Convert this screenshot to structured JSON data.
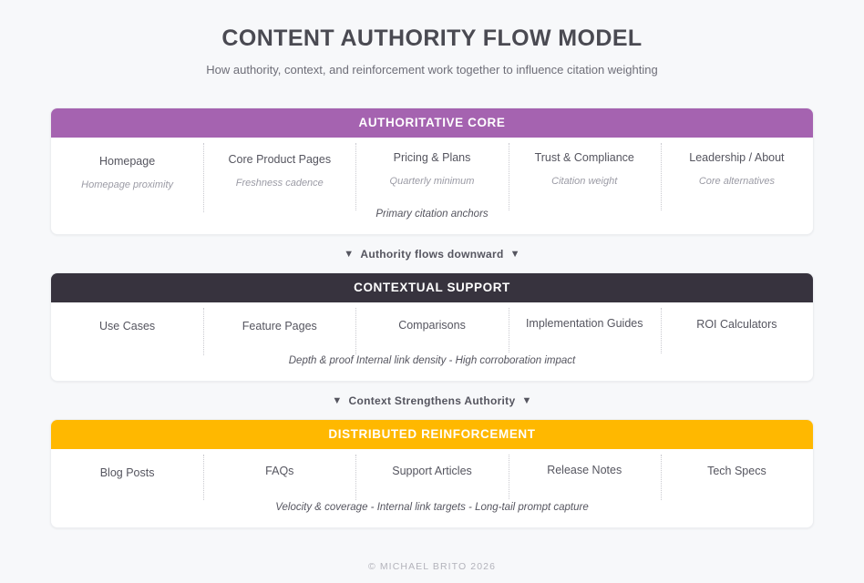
{
  "header": {
    "title": "CONTENT AUTHORITY FLOW MODEL",
    "subtitle": "How authority, context, and reinforcement work together to influence citation weighting"
  },
  "colors": {
    "page_background": "#F7F8FA",
    "tier_authoritative": "#A563B0",
    "tier_contextual": "#37333E",
    "tier_reinforcement": "#FFB800",
    "card_background": "#FFFFFF",
    "divider": "#C9C9CF",
    "title_text": "#4A4A52",
    "subtitle_text": "#6E6E78",
    "muted_text": "#9B9BA5"
  },
  "tiers": [
    {
      "id": "authoritative-core",
      "title": "AUTHORITATIVE CORE",
      "accent": "#A563B0",
      "items": [
        {
          "label": "Homepage",
          "sub": "Homepage proximity"
        },
        {
          "label": "Core Product Pages",
          "sub": "Freshness cadence"
        },
        {
          "label": "Pricing & Plans",
          "sub": "Quarterly minimum"
        },
        {
          "label": "Trust & Compliance",
          "sub": "Citation weight"
        },
        {
          "label": "Leadership / About",
          "sub": "Core alternatives"
        }
      ],
      "footnote": "Primary citation anchors"
    },
    {
      "id": "contextual-support",
      "title": "CONTEXTUAL SUPPORT",
      "accent": "#37333E",
      "items": [
        {
          "label": "Use Cases",
          "sub": ""
        },
        {
          "label": "Feature Pages",
          "sub": ""
        },
        {
          "label": "Comparisons",
          "sub": ""
        },
        {
          "label": "Implementation Guides",
          "sub": ""
        },
        {
          "label": "ROI Calculators",
          "sub": ""
        }
      ],
      "footnote": "Depth & proof Internal link density - High corroboration impact"
    },
    {
      "id": "distributed-reinforcement",
      "title": "DISTRIBUTED REINFORCEMENT",
      "accent": "#FFB800",
      "items": [
        {
          "label": "Blog Posts",
          "sub": ""
        },
        {
          "label": "FAQs",
          "sub": ""
        },
        {
          "label": "Support Articles",
          "sub": ""
        },
        {
          "label": "Release Notes",
          "sub": ""
        },
        {
          "label": "Tech Specs",
          "sub": ""
        }
      ],
      "footnote": "Velocity & coverage - Internal link targets - Long-tail prompt capture"
    }
  ],
  "connectors": [
    {
      "label": "Authority flows downward",
      "arrow": "▼"
    },
    {
      "label": "Context Strengthens Authority",
      "arrow": "▼"
    }
  ],
  "footer": {
    "copyright": "© MICHAEL BRITO 2026"
  }
}
